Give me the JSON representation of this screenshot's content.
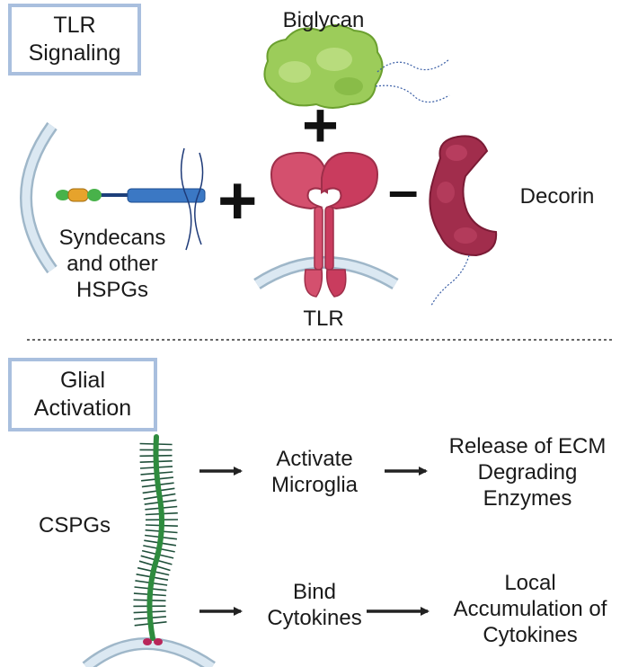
{
  "sections": {
    "tlr": {
      "title_line1": "TLR",
      "title_line2": "Signaling"
    },
    "glial": {
      "title_line1": "Glial",
      "title_line2": "Activation"
    }
  },
  "labels": {
    "biglycan": "Biglycan",
    "decorin": "Decorin",
    "tlr": "TLR",
    "syndecans_line1": "Syndecans",
    "syndecans_line2": "and other",
    "syndecans_line3": "HSPGs",
    "cspgs": "CSPGs"
  },
  "signs": {
    "plus_top": "+",
    "plus_left": "+",
    "minus": "–"
  },
  "flow": {
    "step1_line1": "Activate",
    "step1_line2": "Microglia",
    "step2_line1": "Release of ECM",
    "step2_line2": "Degrading",
    "step2_line3": "Enzymes",
    "step3_line1": "Bind",
    "step3_line2": "Cytokines",
    "step4_line1": "Local",
    "step4_line2": "Accumulation of",
    "step4_line3": "Cytokines"
  },
  "colors": {
    "box_border": "#a9bfde",
    "membrane": "#c9dbe9",
    "biglycan": "#9ccc5a",
    "tlr": "#d4506e",
    "decorin": "#a12d4c",
    "hspg_core": "#3b78c4",
    "cspg": "#2e8b3e"
  }
}
